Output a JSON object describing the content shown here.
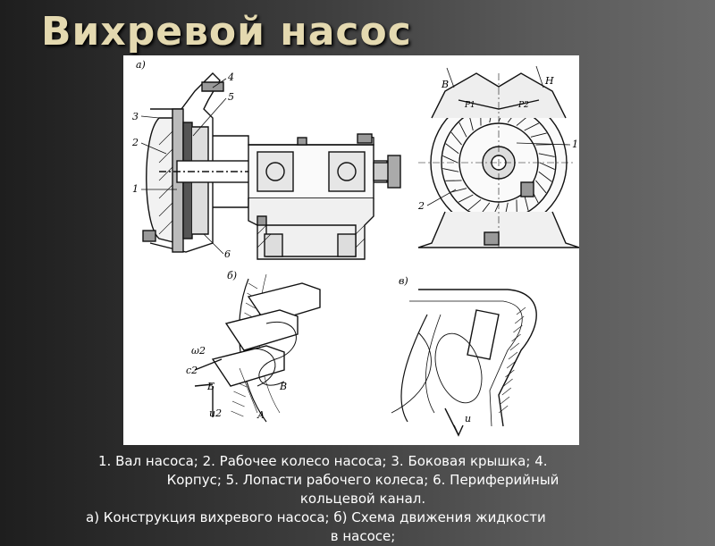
{
  "title": "Вихревой насос",
  "figure": {
    "panel_labels": {
      "a": "а)",
      "b": "б)",
      "c": "в)"
    },
    "part_numbers_a": [
      "1",
      "2",
      "3",
      "4",
      "5",
      "6"
    ],
    "part_numbers_side": [
      "1",
      "2"
    ],
    "side_labels": {
      "b": "В",
      "h": "Н",
      "p1": "P1",
      "p2": "P2"
    },
    "flow_labels": {
      "omega": "ω2",
      "c": "c2",
      "u": "u2",
      "A": "А",
      "B": "Б",
      "V": "В"
    },
    "vortex_label": "u"
  },
  "caption": {
    "line1": "1. Вал насоса; 2. Рабочее колесо насоса; 3. Боковая крышка; 4.",
    "line2": "Корпус; 5. Лопасти рабочего колеса; 6. Периферийный",
    "line3": "кольцевой канал.",
    "line4": "а) Конструкция вихревого насоса; б) Схема движения жидкости",
    "line5": "в насосе;"
  }
}
